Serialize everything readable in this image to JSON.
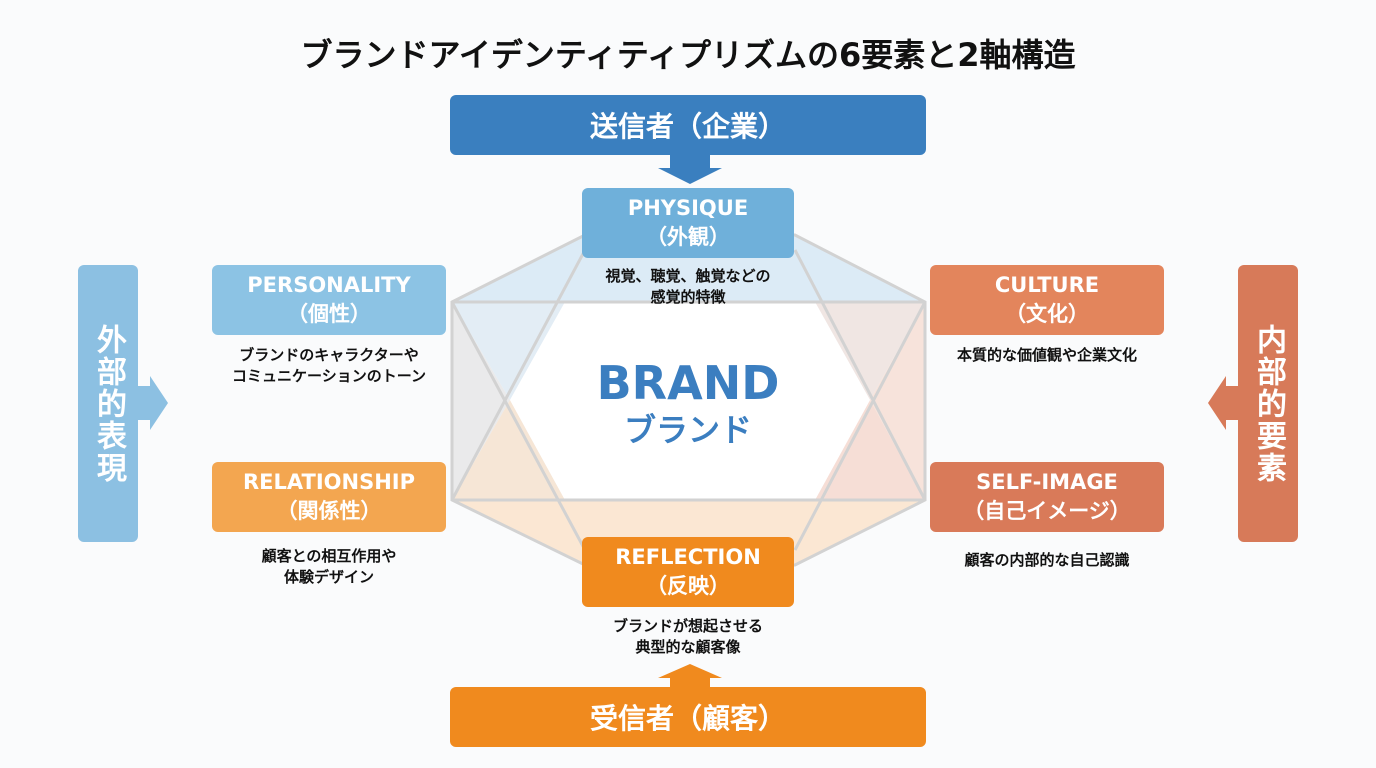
{
  "title": "ブランドアイデンティティプリズムの6要素と2軸構造",
  "sender": "送信者（企業）",
  "receiver": "受信者（顧客）",
  "left_axis": "外部的表現",
  "right_axis": "内部的要素",
  "center": {
    "en": "BRAND",
    "ja": "ブランド"
  },
  "elements": {
    "physique": {
      "en": "PHYSIQUE",
      "ja": "（外観）",
      "desc1": "視覚、聴覚、触覚などの",
      "desc2": "感覚的特徴"
    },
    "personality": {
      "en": "PERSONALITY",
      "ja": "（個性）",
      "desc1": "ブランドのキャラクターや",
      "desc2": "コミュニケーションのトーン"
    },
    "culture": {
      "en": "CULTURE",
      "ja": "（文化）",
      "desc1": "本質的な価値観や企業文化",
      "desc2": ""
    },
    "relationship": {
      "en": "RELATIONSHIP",
      "ja": "（関係性）",
      "desc1": "顧客との相互作用や",
      "desc2": "体験デザイン"
    },
    "self_image": {
      "en": "SELF-IMAGE",
      "ja": "（自己イメージ）",
      "desc1": "顧客の内部的な自己認識",
      "desc2": ""
    },
    "reflection": {
      "en": "REFLECTION",
      "ja": "（反映）",
      "desc1": "ブランドが想起させる",
      "desc2": "典型的な顧客像"
    }
  },
  "colors": {
    "blue_dark": "#3a7fbf",
    "blue_light": "#8cc0e2",
    "orange": "#f08a1e",
    "orange_light": "#f3a650",
    "coral": "#e07f58",
    "coral_dark": "#d77a59"
  }
}
